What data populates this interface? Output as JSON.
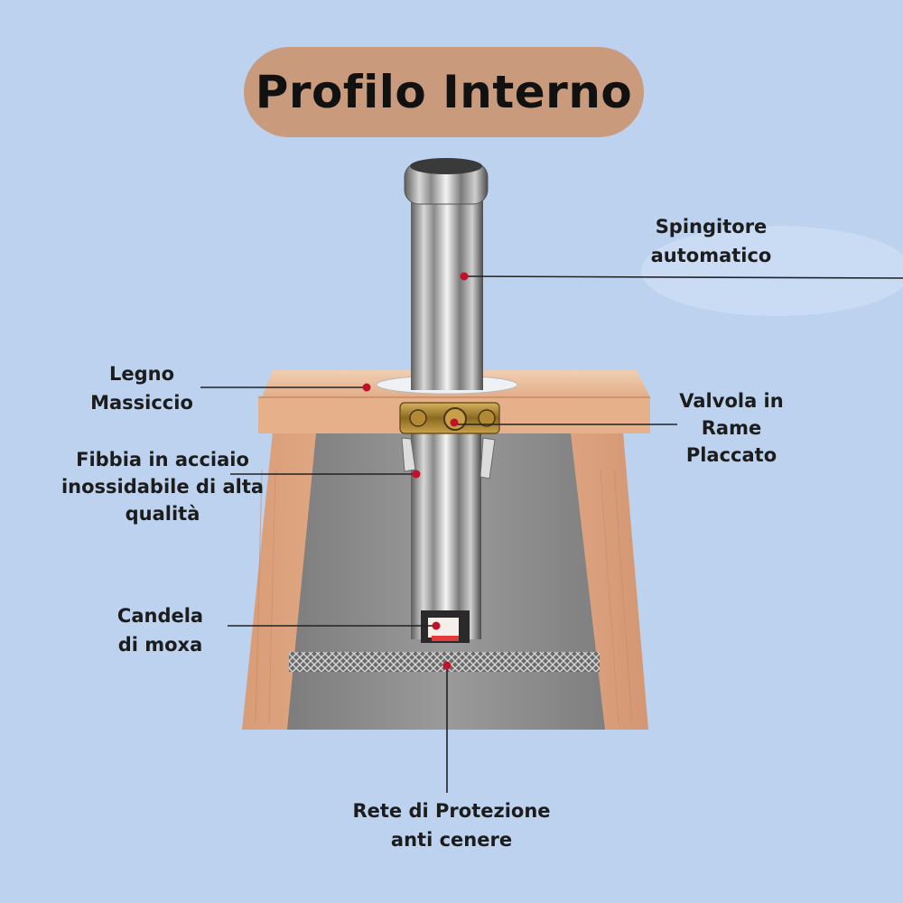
{
  "title": "Profilo Interno",
  "labels": {
    "pusher": [
      "Spingitore",
      "automatico"
    ],
    "wood": [
      "Legno",
      "Massiccio"
    ],
    "buckle": [
      "Fibbia in acciaio",
      "inossidabile di alta",
      "qualità"
    ],
    "valve": [
      "Valvola in",
      "Rame",
      "Placcato"
    ],
    "moxa": [
      "Candela",
      "di moxa"
    ],
    "net": [
      "Rete di Protezione",
      "anti cenere"
    ]
  },
  "colors": {
    "background": "#bcd2ef",
    "title_pill": "#c99a7b",
    "wood": "#e9b896",
    "interior": "#8c8c8c",
    "steel": "#c9c9c9",
    "marker": "#c0102a",
    "leader": "#222222"
  }
}
